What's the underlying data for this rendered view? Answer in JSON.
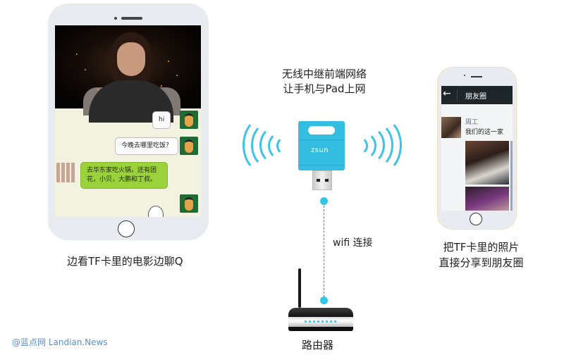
{
  "headline": {
    "line1": "无线中继前端网络",
    "line2": "让手机与Pad上网"
  },
  "device": {
    "brand": "zsun",
    "color": "#33bde1"
  },
  "connection": {
    "label": "wifi 连接",
    "dot_color": "#35c3e8"
  },
  "router": {
    "label": "路由器"
  },
  "tablet": {
    "caption": "边看TF卡里的电影边聊Q",
    "chat": {
      "messages": [
        {
          "side": "right",
          "text": "hi"
        },
        {
          "side": "right",
          "text": "今晚去哪里吃饭？"
        },
        {
          "side": "left",
          "text": "去华东家吃火锅，还有团花，小贝，大鹏和丁叔。"
        },
        {
          "side": "right",
          "text": ""
        }
      ]
    }
  },
  "phone": {
    "caption_line1": "把TF卡里的照片",
    "caption_line2": "直接分享到朋友圈",
    "moments": {
      "back_icon": "←",
      "title": "朋友圈",
      "post_author": "周工",
      "post_text": "我们的这一家"
    }
  },
  "watermark": "@蓝点网 Landian.News",
  "colors": {
    "accent": "#33bde1",
    "chat_bg": "#f3f1df",
    "green_bubble": "#9bd13a",
    "moments_bar": "#1f2629",
    "watermark": "#5b8fd6"
  }
}
